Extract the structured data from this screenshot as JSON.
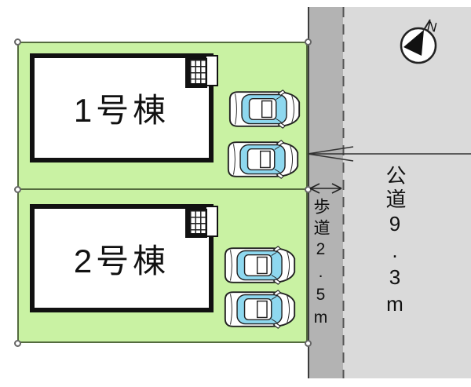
{
  "site_plan": {
    "plots": {
      "buildings": [
        {
          "label": "1号棟"
        },
        {
          "label": "2号棟"
        }
      ],
      "cars": [
        {
          "plot": 1
        },
        {
          "plot": 1
        },
        {
          "plot": 2
        },
        {
          "plot": 2
        }
      ]
    },
    "sidewalk": {
      "label": "歩道2.5m",
      "width_note": "2.5m"
    },
    "road": {
      "label": "公道9.3m",
      "width_note": "9.3m"
    },
    "compass": {
      "north_label": "N"
    },
    "colors": {
      "plot_green": "#c9f2a3",
      "plot_border": "#546b3e",
      "sidewalk_gray": "#b3b3b3",
      "road_gray": "#dadada",
      "car_glass": "#8ed8ef",
      "building_outline": "#111111"
    }
  }
}
